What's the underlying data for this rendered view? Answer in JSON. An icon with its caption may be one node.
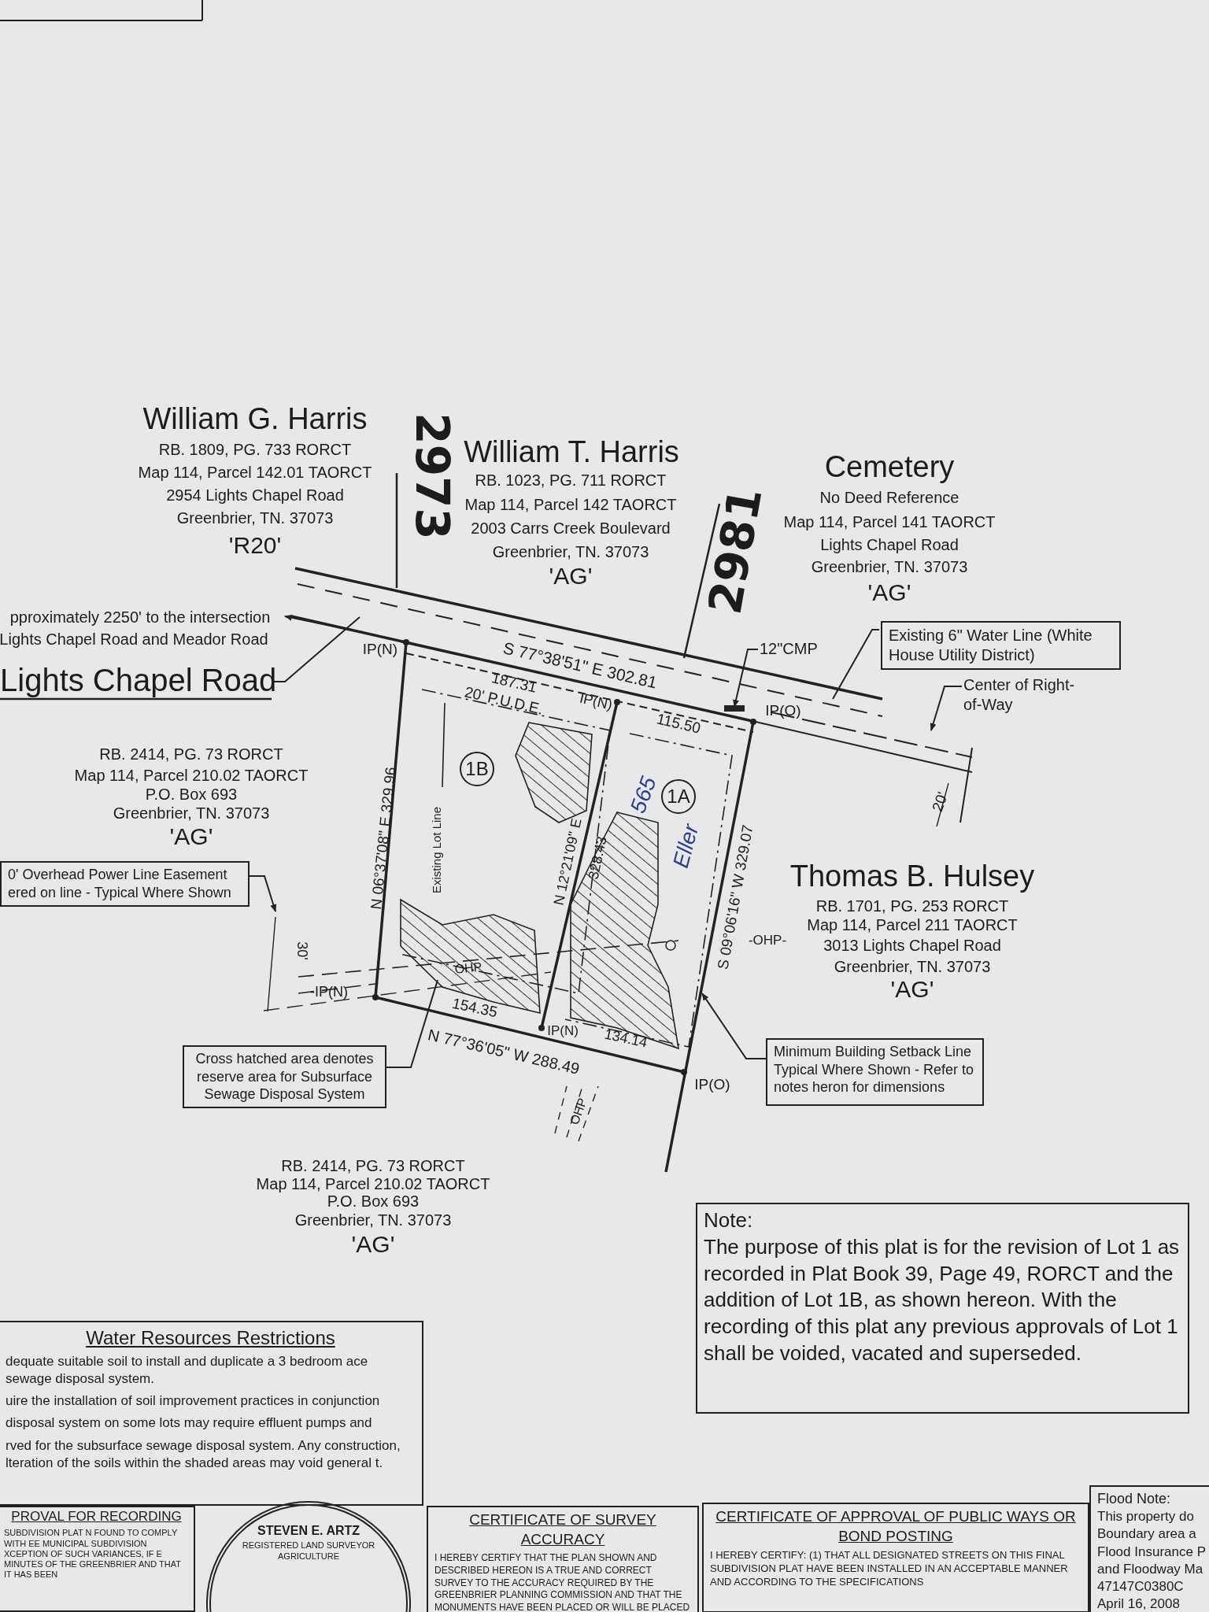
{
  "diagram": {
    "nodes": [
      {
        "text": [
          "Lights Chapel Road"
        ]
      },
      {
        "text": [
          "12\"CMP"
        ]
      },
      {
        "text": [
          "Existing 6\" Water Line (White House Utility District)"
        ]
      },
      {
        "text": [
          "Center of Right-of-Way"
        ]
      },
      {
        "text": [
          "0' Overhead Power Line Easement ered on line - Typical Where Shown"
        ]
      },
      {
        "text": [
          "Cross hatched area denotes reserve area for Subsurface Sewage Disposal System"
        ]
      },
      {
        "text": [
          "Minimum Building Setback Line Typical Where Shown - Refer to notes heron for dimensions"
        ]
      },
      {
        "text": [
          "1B"
        ]
      },
      {
        "text": [
          "1A"
        ]
      },
      {
        "text": [
          "Note:",
          "The purpose of this plat is for the revision of Lot 1 as recorded in Plat Book 39, Page 49, RORCT and the addition of Lot 1B, as shown hereon. With the recording of this plat any previous approvals of Lot 1 shall be voided, vacated and superseded."
        ]
      },
      {
        "text": [
          "Water Resources Restrictions",
          "dequate suitable soil to install and duplicate a 3 bedroom ace sewage disposal system.",
          "uire the installation of soil improvement practices in conjunction",
          "disposal system on some lots may require effluent pumps and",
          "rved for the subsurface sewage disposal system. Any construction, lteration of the soils within the shaded areas may void general t."
        ]
      },
      {
        "text": [
          "PROVAL FOR RECORDING",
          "SUBDIVISION PLAT N FOUND TO COMPLY WITH EE MUNICIPAL SUBDIVISION XCEPTION OF SUCH VARIANCES, IF E MINUTES OF THE GREENBRIER AND THAT IT HAS BEEN"
        ]
      },
      {
        "text": [
          "STEVEN E. ARTZ",
          "REGISTERED LAND SURVEYOR",
          "AGRICULTURE"
        ]
      },
      {
        "text": [
          "CERTIFICATE OF SURVEY ACCURACY",
          "I HEREBY CERTIFY THAT THE PLAN SHOWN AND DESCRIBED HEREON IS A TRUE AND CORRECT SURVEY TO THE ACCURACY REQUIRED BY THE GREENBRIER PLANNING COMMISSION AND THAT THE MONUMENTS HAVE BEEN PLACED OR WILL BE PLACED AS SHOWN HEREON, TO THE"
        ]
      },
      {
        "text": [
          "CERTIFICATE OF APPROVAL OF PUBLIC WAYS OR BOND POSTING",
          "I HEREBY CERTIFY: (1) THAT ALL DESIGNATED STREETS ON THIS FINAL SUBDIVISION PLAT HAVE BEEN INSTALLED IN AN ACCEPTABLE MANNER AND ACCORDING TO THE SPECIFICATIONS"
        ]
      },
      {
        "text": [
          "Flood Note:",
          "This property do Boundary area a Flood Insurance P and Floodway Ma 47147C0380C April 16, 2008"
        ]
      }
    ],
    "edges": [
      {
        "from": 0,
        "to": null,
        "arrow": "none"
      },
      {
        "from": 1,
        "to": null,
        "arrow": "to"
      },
      {
        "from": 2,
        "to": null,
        "arrow": "none"
      },
      {
        "from": 3,
        "to": null,
        "arrow": "to"
      },
      {
        "from": 4,
        "to": null,
        "arrow": "to"
      },
      {
        "from": 5,
        "to": null,
        "arrow": "none"
      },
      {
        "from": 6,
        "to": null,
        "arrow": "to"
      }
    ],
    "labels": [
      "William G. Harris",
      "RB. 1809, PG. 733 RORCT",
      "Map 114, Parcel 142.01 TAORCT",
      "2954 Lights Chapel Road",
      "Greenbrier, TN. 37073",
      "'R20'",
      "2973",
      "William T. Harris",
      "RB. 1023, PG. 711 RORCT",
      "Map 114, Parcel 142 TAORCT",
      "2003 Carrs Creek Boulevard",
      "Greenbrier, TN. 37073",
      "'AG'",
      "Cemetery",
      "No Deed Reference",
      "Map 114, Parcel 141 TAORCT",
      "Lights Chapel Road",
      "Greenbrier, TN. 37073",
      "'AG'",
      "2981",
      "pproximately 2250' to the intersection",
      "Lights Chapel Road and Meador Road",
      "IP(N)",
      "S 77°38'51\" E 302.81",
      "187.31",
      "20' P.U.D.E.",
      "IP(N)",
      "115.50",
      "IP(O)",
      "20'",
      "RB. 2414, PG. 73 RORCT",
      "Map 114, Parcel 210.02 TAORCT",
      "P.O. Box 693",
      "Greenbrier, TN. 37073",
      "'AG'",
      "N 06°37'08\" E 329.96",
      "Existing Lot Line",
      "N 12°21'09\" E",
      "328.43",
      "565",
      "Eller",
      "S 09°06'16\" W 329.07",
      "Thomas B. Hulsey",
      "RB. 1701, PG. 253 RORCT",
      "Map 114, Parcel 211 TAORCT",
      "3013 Lights Chapel Road",
      "Greenbrier, TN. 37073",
      "'AG'",
      "-OHP-",
      "30'",
      "OHP",
      "-IP(N)",
      "154.35",
      "N 77°36'05\" W 288.49",
      "IP(N)",
      "134.14",
      "IP(O)",
      "OHP",
      "RB. 2414, PG. 73 RORCT",
      "Map 114, Parcel 210.02 TAORCT",
      "P.O. Box 693",
      "Greenbrier, TN. 37073",
      "'AG'"
    ]
  }
}
